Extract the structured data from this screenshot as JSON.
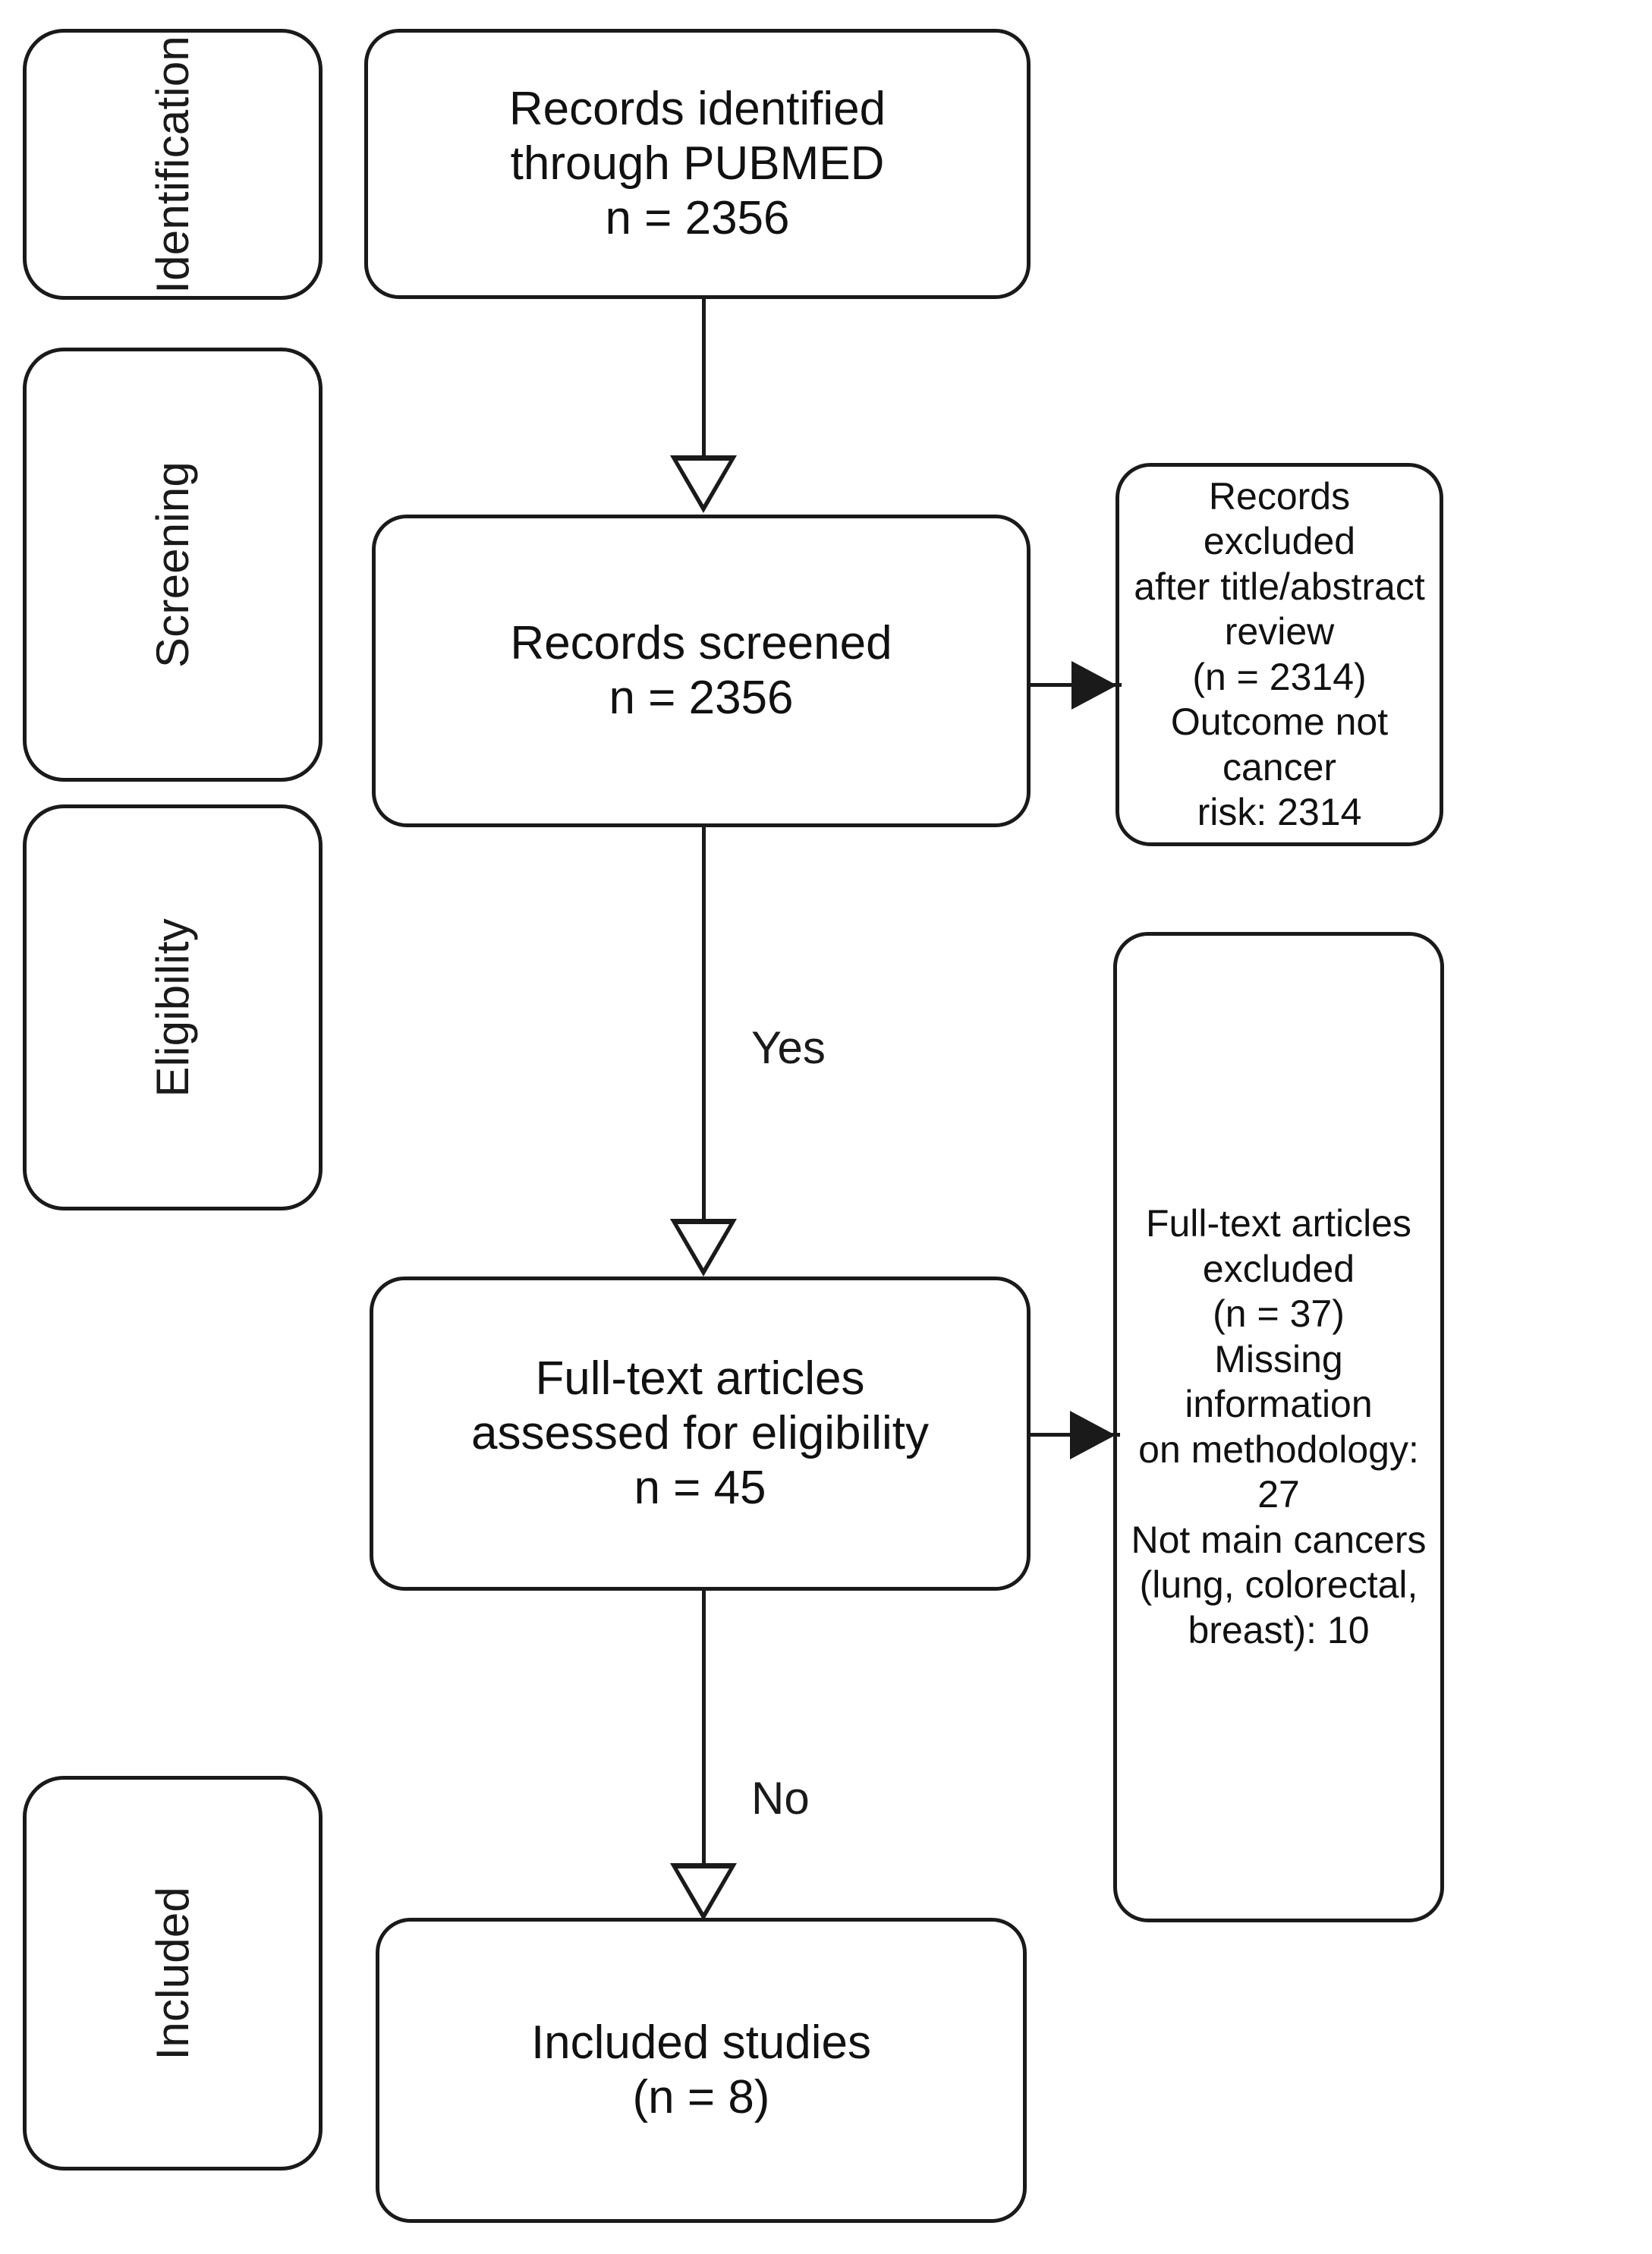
{
  "diagram": {
    "title": "PRISMA study selection flow diagram",
    "line_color": "#1a1a1a",
    "background_color": "#ffffff"
  },
  "stages": [
    {
      "id": "identification",
      "label": "Identification"
    },
    {
      "id": "screening",
      "label": "Screening"
    },
    {
      "id": "eligibility",
      "label": "Eligibility"
    },
    {
      "id": "included",
      "label": "Included"
    }
  ],
  "flow_boxes": [
    {
      "id": "records-identified",
      "text": "Records identified\nthrough PUBMED\nn = 2356"
    },
    {
      "id": "records-screened",
      "text": "Records screened\nn = 2356"
    },
    {
      "id": "full-text-assessed",
      "text": "Full-text articles\nassessed for eligibility\nn = 45"
    },
    {
      "id": "included-studies",
      "text": "Included studies\n(n = 8)"
    }
  ],
  "exclusion_boxes": [
    {
      "id": "records-excluded",
      "text": "Records excluded\nafter title/abstract\nreview\n(n = 2314)\nOutcome not cancer\nrisk: 2314"
    },
    {
      "id": "full-text-excluded",
      "text": "Full-text articles\nexcluded\n(n = 37)\nMissing information\non methodology: 27\nNot main cancers\n(lung, colorectal,\nbreast): 10"
    }
  ],
  "edge_labels": [
    {
      "id": "yes-label",
      "text": "Yes"
    },
    {
      "id": "no-label",
      "text": "No"
    }
  ],
  "counts": {
    "records_identified": 2356,
    "records_screened": 2356,
    "records_excluded": 2314,
    "records_excluded_outcome_not_cancer_risk": 2314,
    "full_text_assessed": 45,
    "full_text_excluded": 37,
    "excluded_missing_methodology": 27,
    "excluded_not_main_cancers": 10,
    "included_studies": 8
  }
}
